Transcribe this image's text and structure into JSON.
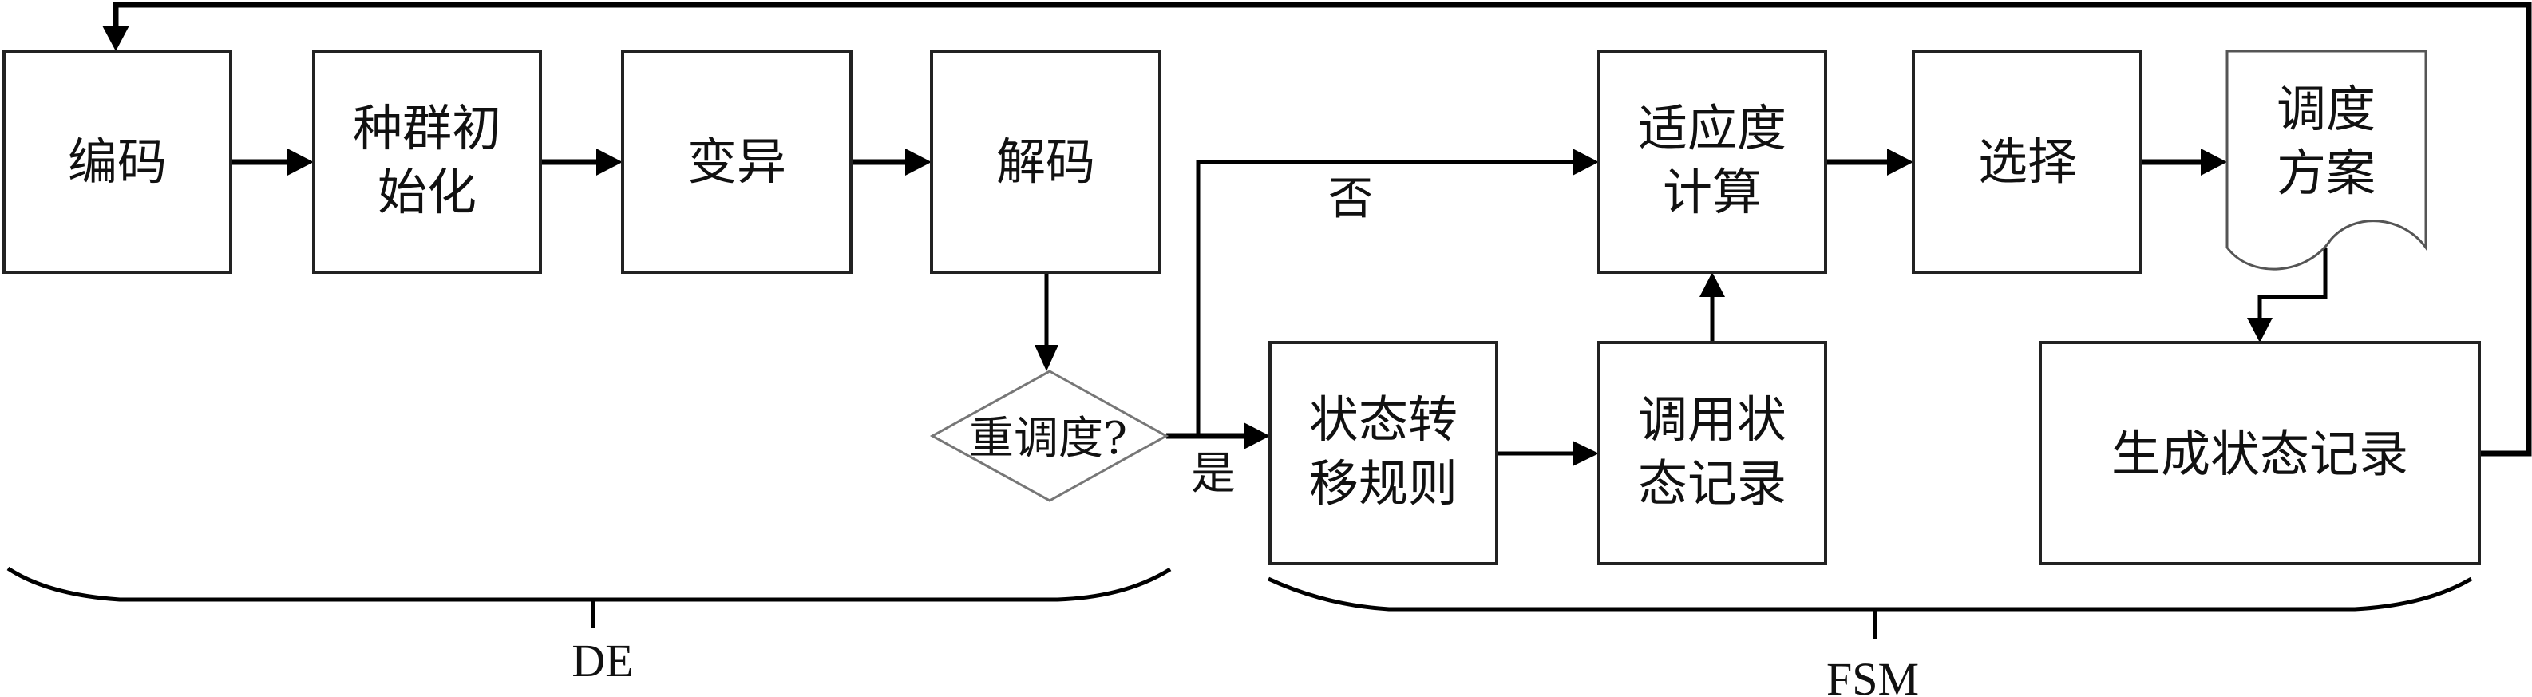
{
  "diagram": {
    "nodes": {
      "encode": {
        "lines": [
          "编码"
        ]
      },
      "population_init": {
        "lines": [
          "种群初",
          "始化"
        ]
      },
      "mutation": {
        "lines": [
          "变异"
        ]
      },
      "decode": {
        "lines": [
          "解码"
        ]
      },
      "reschedule_decision": {
        "lines": [
          "重调度?"
        ]
      },
      "fitness": {
        "lines": [
          "适应度",
          "计算"
        ]
      },
      "selection": {
        "lines": [
          "选择"
        ]
      },
      "schedule_plan": {
        "lines": [
          "调度",
          "方案"
        ]
      },
      "state_transfer_rules": {
        "lines": [
          "状态转",
          "移规则"
        ]
      },
      "call_state_record": {
        "lines": [
          "调用状",
          "态记录"
        ]
      },
      "generate_state_record": {
        "lines": [
          "生成状态记录"
        ]
      }
    },
    "edge_labels": {
      "no": "否",
      "yes": "是"
    },
    "groups": {
      "de": "DE",
      "fsm": "FSM"
    }
  }
}
